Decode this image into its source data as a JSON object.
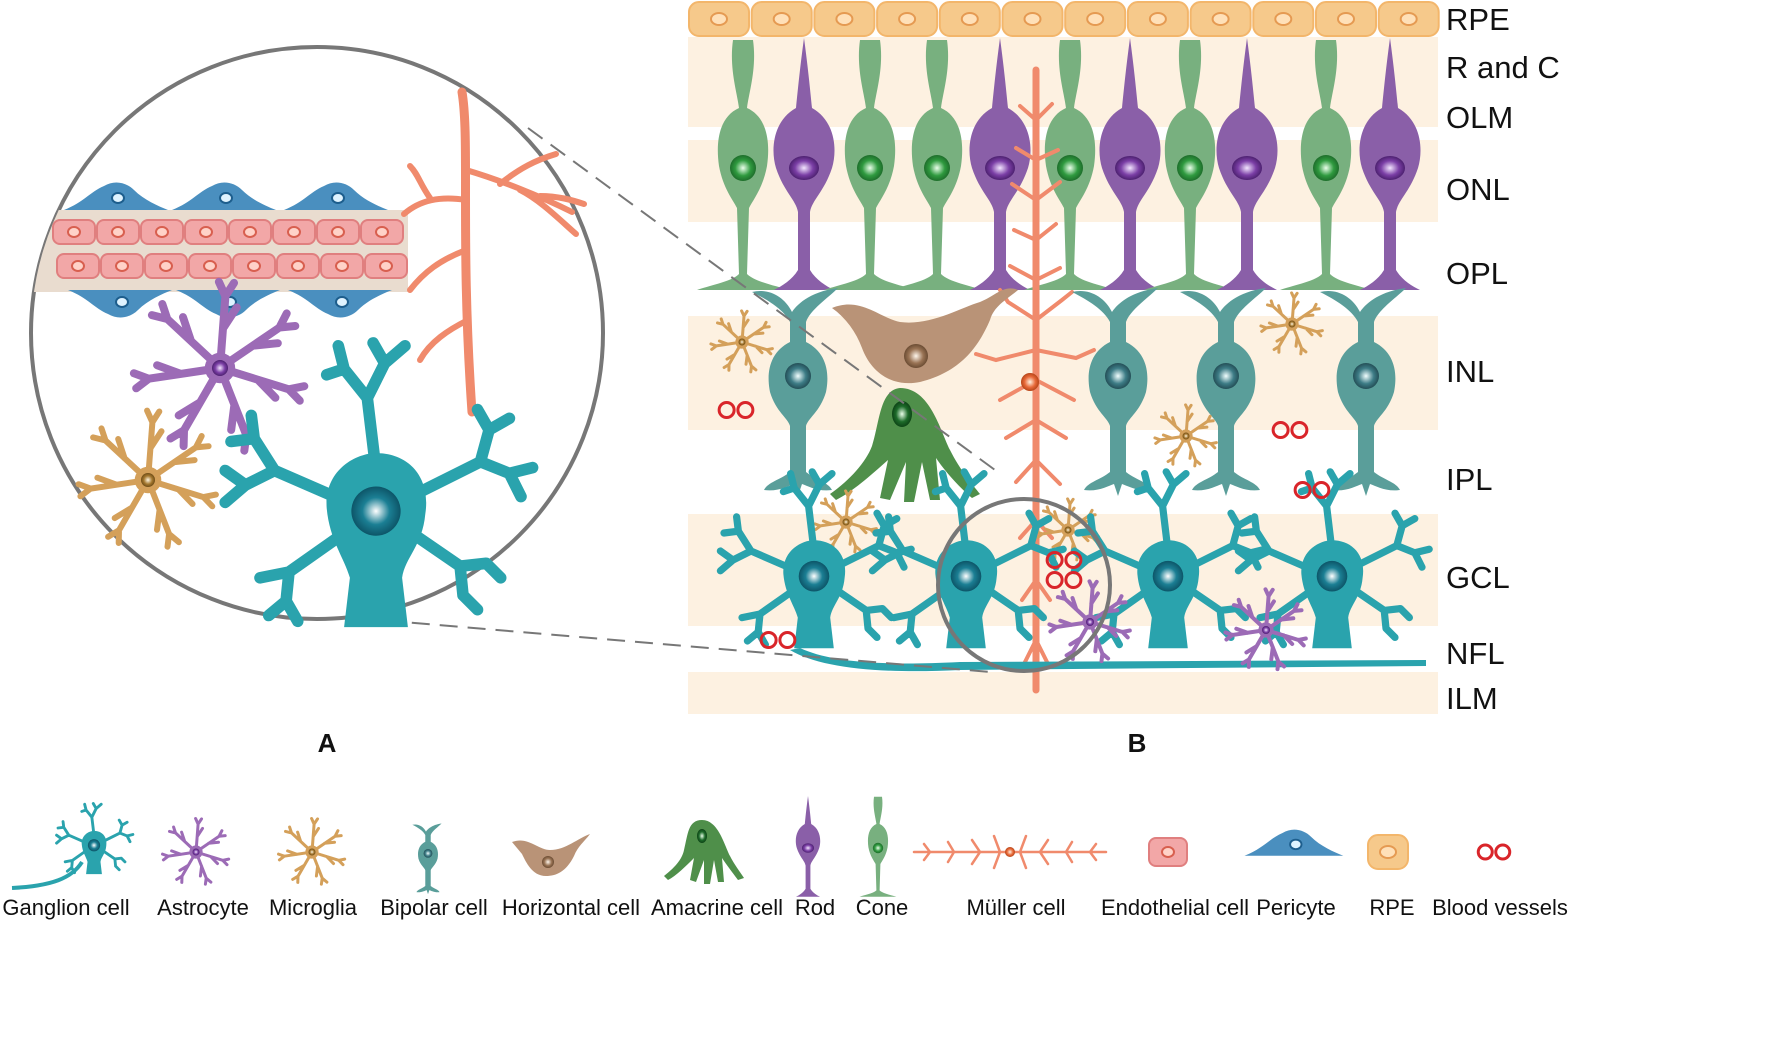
{
  "panels": {
    "a": "A",
    "b": "B"
  },
  "colors": {
    "ganglion": "#2aa3ad",
    "astrocyte": "#9c6bb6",
    "microglia": "#d4a05a",
    "bipolar": "#5a9e9a",
    "horizontal": "#b99377",
    "amacrine": "#4f8f4a",
    "rod": "#8a5fa8",
    "cone": "#78b07f",
    "muller": "#f08a6c",
    "endothelial": "#f2a7a7",
    "pericyte": "#4a8fbf",
    "rpe": "#f6c98b",
    "blood": "#d9252a",
    "band": "#fdf1e1"
  },
  "layers": [
    {
      "key": "rpe",
      "label": "RPE"
    },
    {
      "key": "rc",
      "label": "R and C"
    },
    {
      "key": "olm",
      "label": "OLM"
    },
    {
      "key": "onl",
      "label": "ONL"
    },
    {
      "key": "opl",
      "label": "OPL"
    },
    {
      "key": "inl",
      "label": "INL"
    },
    {
      "key": "ipl",
      "label": "IPL"
    },
    {
      "key": "gcl",
      "label": "GCL"
    },
    {
      "key": "nfl",
      "label": "NFL"
    },
    {
      "key": "ilm",
      "label": "ILM"
    }
  ],
  "legend": [
    {
      "icon": "ganglion-cell-icon",
      "label": "Ganglion cell"
    },
    {
      "icon": "astrocyte-icon",
      "label": "Astrocyte"
    },
    {
      "icon": "microglia-icon",
      "label": "Microglia"
    },
    {
      "icon": "bipolar-cell-icon",
      "label": "Bipolar cell"
    },
    {
      "icon": "horizontal-cell-icon",
      "label": "Horizontal cell"
    },
    {
      "icon": "amacrine-cell-icon",
      "label": "Amacrine cell"
    },
    {
      "icon": "rod-icon",
      "label": "Rod"
    },
    {
      "icon": "cone-icon",
      "label": "Cone"
    },
    {
      "icon": "muller-cell-icon",
      "label": "Müller cell"
    },
    {
      "icon": "endothelial-cell-icon",
      "label": "Endothelial cell"
    },
    {
      "icon": "pericyte-icon",
      "label": "Pericyte"
    },
    {
      "icon": "rpe-icon",
      "label": "RPE"
    },
    {
      "icon": "blood-vessels-icon",
      "label": "Blood vessels"
    }
  ]
}
